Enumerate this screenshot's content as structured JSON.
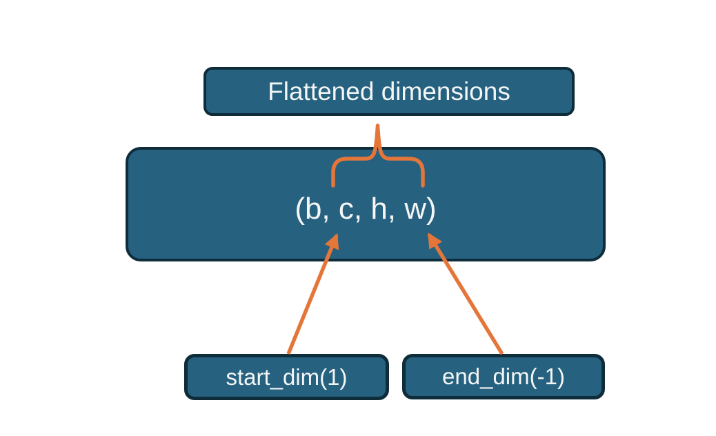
{
  "colors": {
    "background": "#ffffff",
    "node_fill": "#266180",
    "node_border": "#0e2c3a",
    "connector_orange": "#e5763a",
    "text": "#f4f6f6"
  },
  "nodes": {
    "flattened": {
      "label": "Flattened dimensions"
    },
    "shape": {
      "label": "(b, c, h, w)"
    },
    "start_dim": {
      "label": "start_dim(1)"
    },
    "end_dim": {
      "label": "end_dim(-1)"
    }
  },
  "connectors": {
    "brace": {
      "icon": "upward-curly-brace-icon",
      "from": "flattened",
      "to": "shape"
    },
    "start_arrow": {
      "icon": "arrow-up-icon",
      "from": "start_dim",
      "to": "shape"
    },
    "end_arrow": {
      "icon": "arrow-up-icon",
      "from": "end_dim",
      "to": "shape"
    }
  }
}
